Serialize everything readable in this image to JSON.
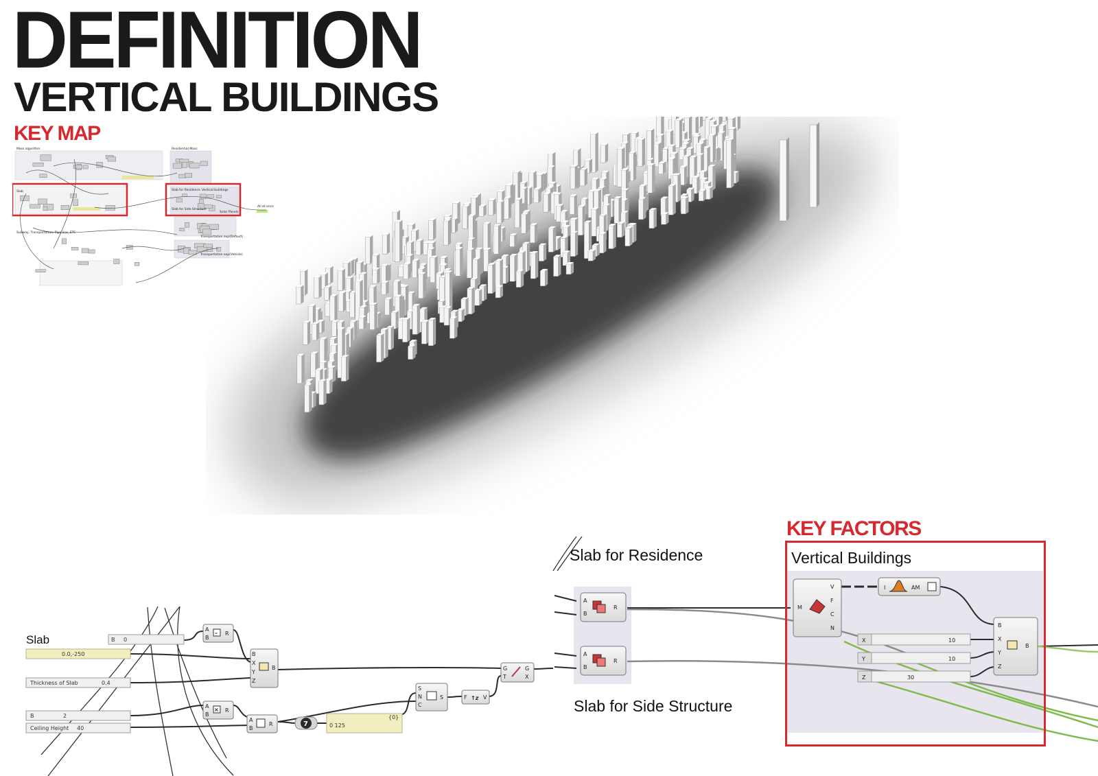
{
  "header": {
    "title": "DEFINITION",
    "subtitle": "VERTICAL BUILDINGS"
  },
  "keymap": {
    "heading": "KEY MAP",
    "group_labels": [
      "Mass algorithm",
      "Residential Mass",
      "Slab",
      "Slab for Residence",
      "Vertical buildings",
      "Slab for Side Structure",
      "All at once",
      "Solar Panels",
      "Subway, Transportation, Pipe line, ETC",
      "Transportation exp(Default)",
      "Transportation exp(Vehicle)"
    ]
  },
  "key_factors": {
    "heading": "KEY FACTORS",
    "group_title": "Vertical Buildings"
  },
  "slab_group": {
    "title": "Slab",
    "point_value": "0.0,-250",
    "thickness_label": "Thickness of Slab",
    "thickness_value": "0.4",
    "b_value": "0",
    "b2_value": "2",
    "ceiling_label": "Ceiling Height",
    "ceiling_value": "40",
    "num_value": "7",
    "list_value": "0 125",
    "list_tag": "{0}"
  },
  "slab_labels": {
    "residence": "Slab for Residence",
    "side": "Slab for Side Structure"
  },
  "vertical": {
    "x_value": "10",
    "y_value": "10",
    "z_value": "30",
    "am_label": "AM"
  },
  "colors": {
    "accent_red": "#d7282f",
    "group_fill": "#e9e5ee",
    "panel_yellow": "#f1efbf",
    "wire_green": "#7dbb4e"
  }
}
